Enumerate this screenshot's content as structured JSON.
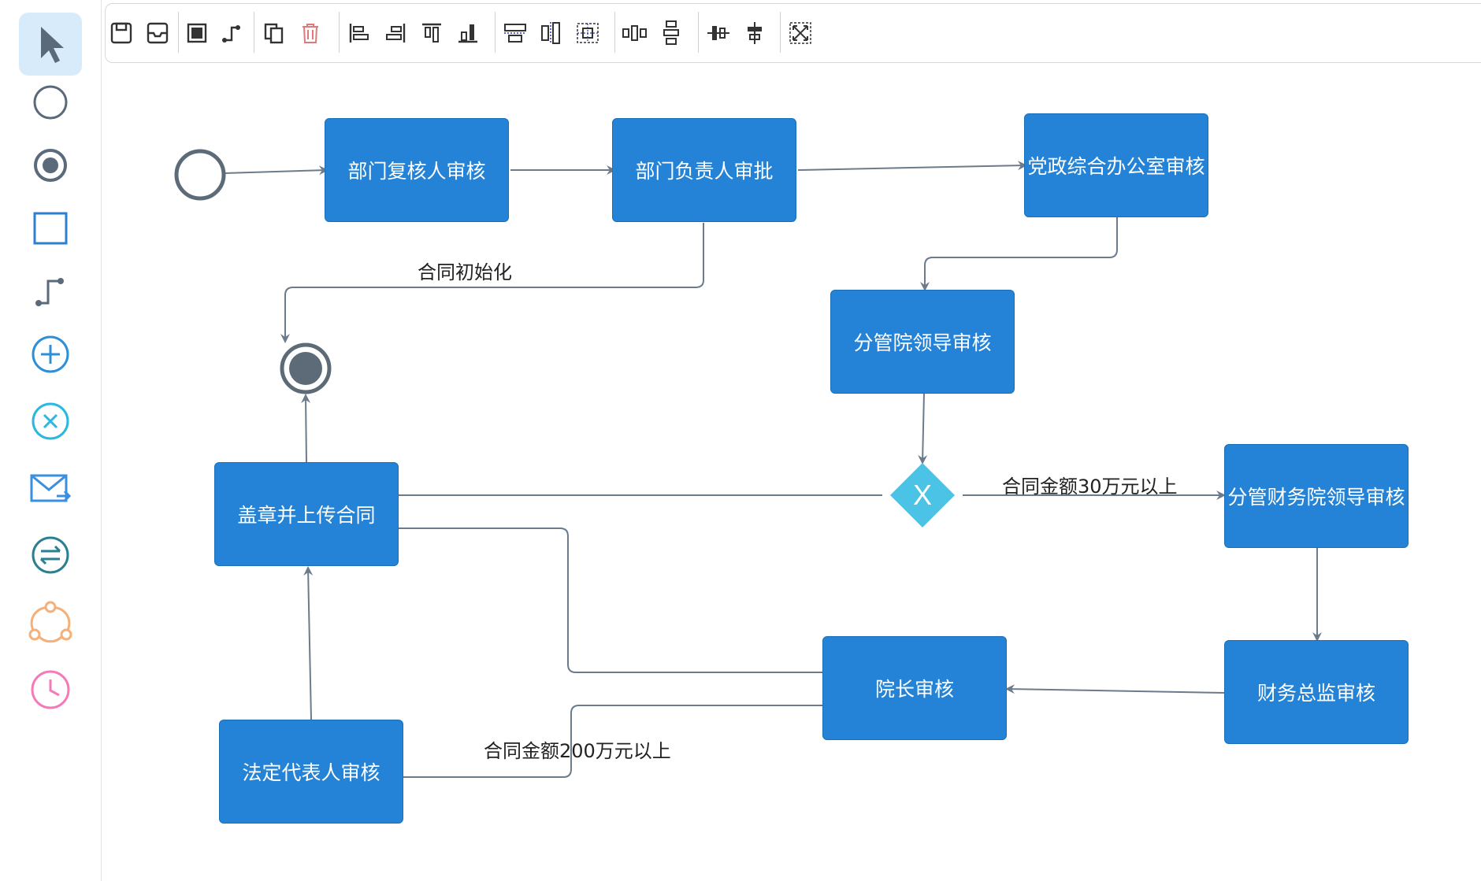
{
  "palette": {
    "items": [
      {
        "icon": "pointer-icon",
        "label": "select",
        "active": true
      },
      {
        "icon": "start-event-icon",
        "label": "start-event"
      },
      {
        "icon": "end-event-icon",
        "label": "end-event"
      },
      {
        "icon": "task-icon",
        "label": "user-task"
      },
      {
        "icon": "sequence-flow-icon",
        "label": "sequence-flow"
      },
      {
        "icon": "parallel-gateway-icon",
        "label": "parallel-gateway"
      },
      {
        "icon": "exclusive-gateway-icon",
        "label": "exclusive-gateway"
      },
      {
        "icon": "mail-icon",
        "label": "message-task"
      },
      {
        "icon": "exchange-icon",
        "label": "service-task"
      },
      {
        "icon": "subprocess-icon",
        "label": "sub-process"
      },
      {
        "icon": "timer-icon",
        "label": "timer-event"
      }
    ]
  },
  "toolbar": {
    "buttons": [
      "save-icon",
      "import-icon",
      "fill-icon",
      "connect-icon",
      "copy-icon",
      "delete-icon",
      "align-left-icon",
      "align-right-icon",
      "align-top-icon",
      "align-bottom-icon",
      "align-center-h-icon",
      "align-middle-v-icon",
      "align-center-icon",
      "distribute-h-icon",
      "distribute-v-icon",
      "same-width-icon",
      "same-height-icon",
      "fit-view-icon"
    ]
  },
  "diagram": {
    "tasks": {
      "dept_reviewer": "部门复核人审核",
      "dept_head": "部门负责人审批",
      "party_office": "党政综合办公室审核",
      "vp_leader": "分管院领导审核",
      "finance_vp": "分管财务院领导审核",
      "stamp_upload": "盖章并上传合同",
      "president": "院长审核",
      "cfo": "财务总监审核",
      "legal_rep": "法定代表人审核"
    },
    "gateway_symbol": "X",
    "flow_labels": {
      "init": "合同初始化",
      "over_30": "合同金额30万元以上",
      "over_200": "合同金额200万元以上"
    }
  },
  "colors": {
    "task_fill": "#2483d6",
    "gateway_fill": "#4ac3e6",
    "edge": "#6b7b8c",
    "event_stroke": "#5d6b78",
    "active_tool_bg": "#d8ebfb"
  }
}
